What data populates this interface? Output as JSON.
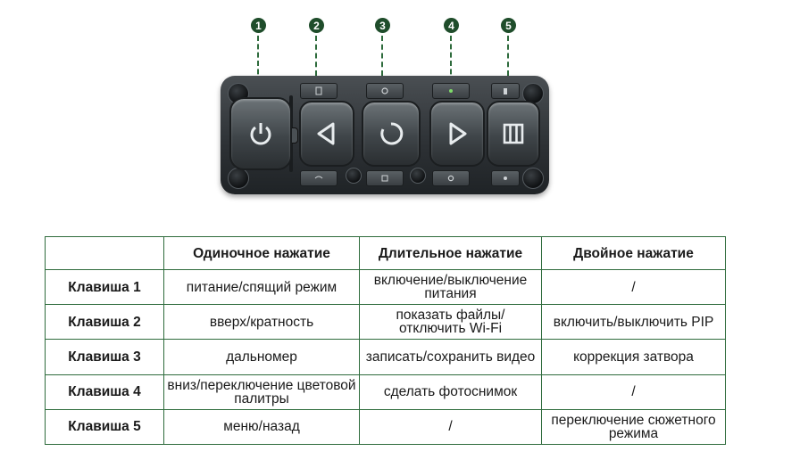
{
  "diagram": {
    "markers": [
      "1",
      "2",
      "3",
      "4",
      "5"
    ],
    "buttons": [
      {
        "key": "1",
        "icon": "power-icon"
      },
      {
        "key": "2",
        "icon": "triangle-left-icon"
      },
      {
        "key": "3",
        "icon": "circle-ring-icon"
      },
      {
        "key": "4",
        "icon": "triangle-right-icon"
      },
      {
        "key": "5",
        "icon": "menu-bars-icon"
      }
    ],
    "colors": {
      "marker": "#1f4d2b",
      "border": "#2e6b3c",
      "device": "#2c3034"
    }
  },
  "table": {
    "headers": [
      "",
      "Одиночное нажатие",
      "Длительное нажатие",
      "Двойное нажатие"
    ],
    "rows": [
      {
        "key": "Клавиша 1",
        "single": "питание/спящий режим",
        "long": "включение/выключение питания",
        "double": "/"
      },
      {
        "key": "Клавиша 2",
        "single": "вверх/кратность",
        "long": "показать файлы/ отключить Wi-Fi",
        "double": "включить/выключить PIP"
      },
      {
        "key": "Клавиша 3",
        "single": "дальномер",
        "long": "записать/сохранить видео",
        "double": "коррекция затвора"
      },
      {
        "key": "Клавиша 4",
        "single": "вниз/переключение цветовой палитры",
        "long": "сделать фотоснимок",
        "double": "/"
      },
      {
        "key": "Клавиша 5",
        "single": "меню/назад",
        "long": "/",
        "double": "переключение сюжетного режима"
      }
    ]
  }
}
